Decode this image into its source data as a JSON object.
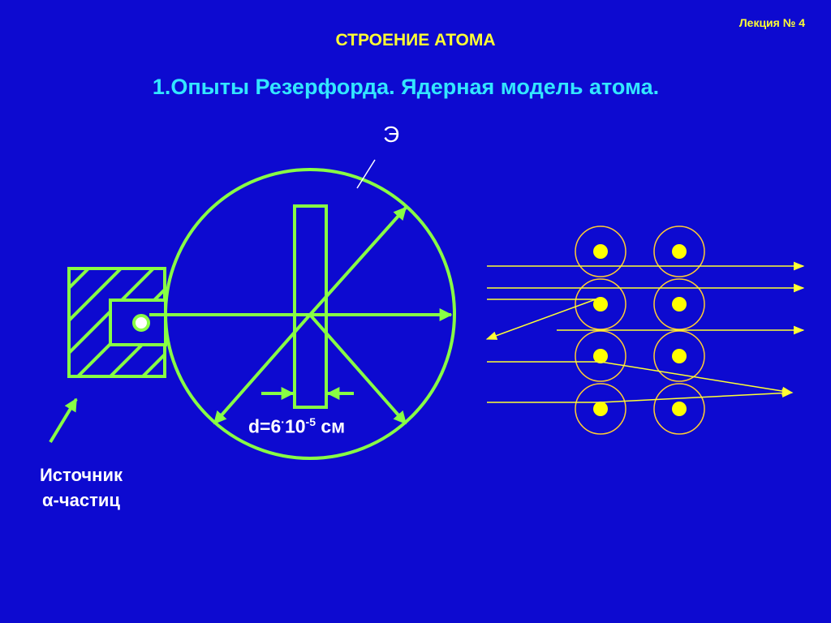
{
  "header": {
    "lecture": "Лекция № 4",
    "heading": "СТРОЕНИЕ АТОМА",
    "subtitle": "1.Опыты Резерфорда. Ядерная модель атома."
  },
  "labels": {
    "screen": "Э",
    "foil_prefix": "d=6",
    "foil_dot": "·",
    "foil_base": "10",
    "foil_exp": "-5",
    "foil_unit": " см",
    "source_line1": "Источник",
    "source_line2": "α-частиц"
  },
  "colors": {
    "background": "#0d0ad0",
    "apparatus": "#88ff44",
    "nucleus": "#ffff00",
    "atom_outline": "#ffcc33",
    "beam": "#ffff33",
    "heading": "#ffff33",
    "subtitle": "#33e6ff"
  }
}
